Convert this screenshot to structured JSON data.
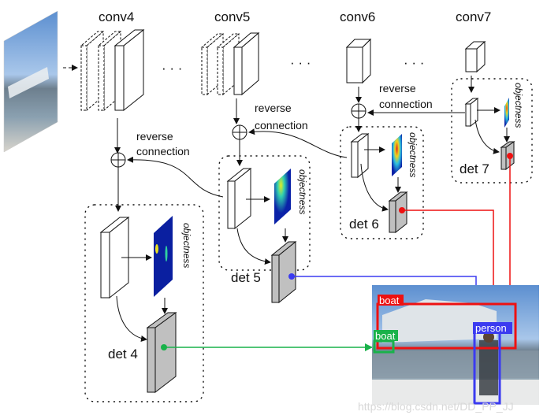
{
  "title": "Reverse connection object detection architecture",
  "layers": [
    {
      "id": "conv4",
      "label": "conv4"
    },
    {
      "id": "conv5",
      "label": "conv5"
    },
    {
      "id": "conv6",
      "label": "conv6"
    },
    {
      "id": "conv7",
      "label": "conv7"
    }
  ],
  "ellipsis": "· · ·",
  "reverse_connection_line1": "reverse",
  "reverse_connection_line2": "connection",
  "objectness_label": "objectness",
  "detectors": [
    {
      "id": "det4",
      "label": "det 4",
      "color": "#19b24a"
    },
    {
      "id": "det5",
      "label": "det 5",
      "color": "#3b3bf0"
    },
    {
      "id": "det6",
      "label": "det 6",
      "color": "#ee1111"
    },
    {
      "id": "det7",
      "label": "det 7",
      "color": "#ee1111"
    }
  ],
  "output_detections": [
    {
      "label": "boat",
      "color": "#ee1111"
    },
    {
      "label": "boat",
      "color": "#19b24a"
    },
    {
      "label": "person",
      "color": "#3b3bf0"
    }
  ],
  "watermark": "https://blog.csdn.net/DD_PP_JJ"
}
